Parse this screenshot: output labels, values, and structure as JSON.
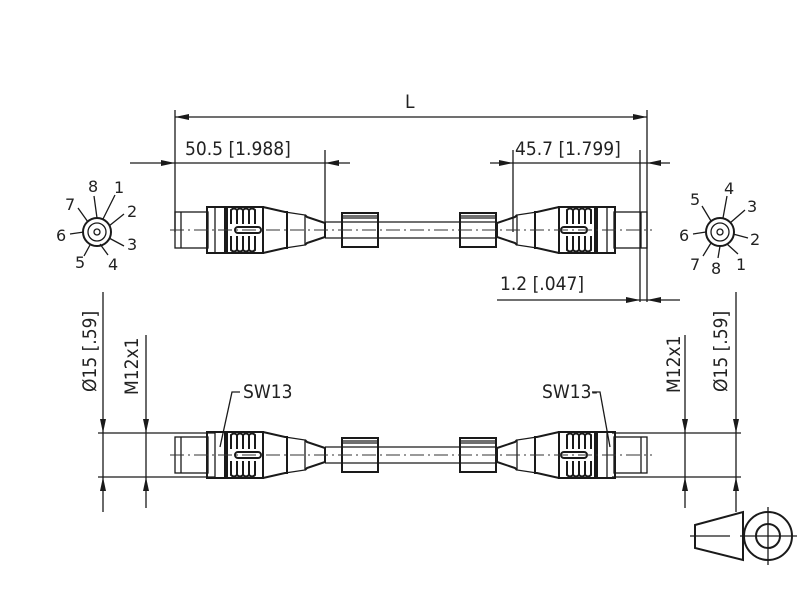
{
  "drawing": {
    "length_label": "L",
    "left_length": "50.5 [1.988]",
    "right_length": "45.7 [1.799]",
    "offset": "1.2 [.047]",
    "diameter_left": "Ø15 [.59]",
    "thread_left": "M12x1",
    "diameter_right": "Ø15 [.59]",
    "thread_right": "M12x1",
    "wrench_left": "SW13",
    "wrench_right": "SW13-",
    "left_pins": [
      "8",
      "1",
      "2",
      "3",
      "4",
      "5",
      "6",
      "7"
    ],
    "right_pins": [
      "4",
      "3",
      "2",
      "1",
      "8",
      "7",
      "6",
      "5"
    ]
  }
}
